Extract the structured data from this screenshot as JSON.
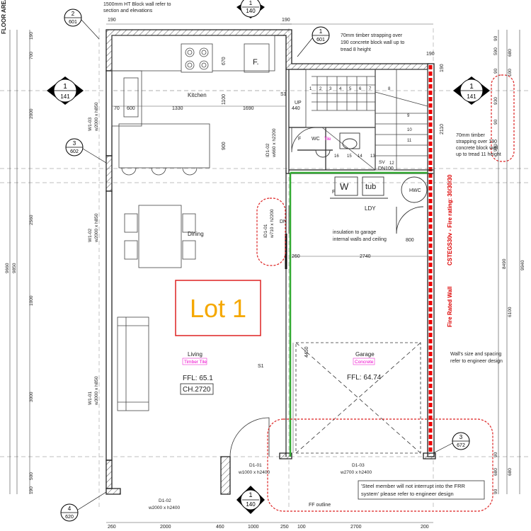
{
  "notes": {
    "block_wall": [
      "1500mm HT Block wall refer to",
      "section and elevations"
    ],
    "strapping_top": [
      "70mm timber strapping over",
      "190 concrete block wall up to",
      "tread 8 height"
    ],
    "strapping_right": [
      "70mm timber",
      "strapping over 190",
      "concrete block wall",
      "up to tread 11 height"
    ],
    "insulation": [
      "insulation to garage",
      "internal walls and ceiling"
    ],
    "wall_size": [
      "Wall's size and spacing",
      "refer to engineer design"
    ],
    "steel": [
      "'Steel member will not interrupt into the FRR",
      "system' please refer to engineer design"
    ],
    "ff_outline": "FF outline",
    "fire_rating": "CSTEGS30v - Fire rating: 30/30/30",
    "fire_wall": "Fire Rated Wall"
  },
  "refs": {
    "r2_601": {
      "top": "2",
      "bottom": "601"
    },
    "r1_140_top": {
      "top": "1",
      "bottom": "140"
    },
    "r1_601": {
      "top": "1",
      "bottom": "601"
    },
    "r1_141_left": {
      "top": "1",
      "bottom": "141"
    },
    "r1_141_right": {
      "top": "1",
      "bottom": "141"
    },
    "r3_602": {
      "top": "3",
      "bottom": "602"
    },
    "r3_672": {
      "top": "3",
      "bottom": "672"
    },
    "r1_140_bottom": {
      "top": "1",
      "bottom": "140"
    },
    "r4_620": {
      "top": "4",
      "bottom": "620"
    }
  },
  "rooms": {
    "kitchen": "Kitchen",
    "dining": "Dining",
    "living": "Living",
    "living_floor": "Timber Tile",
    "living_ffl": "FFL: 65.1",
    "living_ch": "CH.2720",
    "garage": "Garage",
    "garage_floor": "Concrete",
    "garage_ffl": "FFL: 64.74",
    "wc": "WC",
    "wc_floor": "Tile",
    "laundry": "LDY",
    "washer": "W",
    "tub": "tub",
    "hwc": "HWC",
    "fridge": "F.",
    "lot": "Lot 1",
    "s1_a": "S1",
    "s1_b": "S1",
    "dn_stair": "DN",
    "dn100": "DN100",
    "sv": "SV",
    "f_wc": "F",
    "f_ldy": "F",
    "uip": "UP"
  },
  "openings": {
    "id1_02": [
      "ID1-02",
      "w660 x h2200"
    ],
    "id1_01": [
      "ID1-01",
      "w710 x h2200"
    ],
    "w1_03": [
      "W1-03",
      "w2000 x h850"
    ],
    "w1_02": [
      "W1-02",
      "w2000 x h850"
    ],
    "w1_01": [
      "W1-01",
      "w3000 x h850"
    ],
    "d1_01": [
      "D1-01",
      "w1000 x h2400"
    ],
    "d1_02": [
      "D1-02",
      "w2000 x h2400"
    ],
    "d1_03": [
      "D1-03",
      "w2700 x h2400"
    ]
  },
  "dims": {
    "d190_tl": "190",
    "d190_tm": "190",
    "d190_tr": "190",
    "d670": "670",
    "d70": "70",
    "d600": "600",
    "d1330": "1330",
    "d1100": "1100",
    "d1690": "1690",
    "d440": "440",
    "d900": "900",
    "d2110": "2110",
    "d260": "260",
    "d2740": "2740",
    "d800": "800",
    "d4450": "4450",
    "d190_r": "190"
  },
  "left_dims": [
    "190",
    "700",
    "2000",
    "2560",
    "1000",
    "3000",
    "500",
    "190"
  ],
  "left_totals": [
    "9660",
    "9850"
  ],
  "right_dims_outer": [
    "90",
    "590",
    "90",
    "930",
    "90",
    "930",
    "90",
    "680",
    "90"
  ],
  "right_dims_inner": [
    "680",
    "100",
    "6100",
    "680"
  ],
  "right_totals": [
    "8490",
    "9940"
  ],
  "bottom_dims": [
    "260",
    "2000",
    "460",
    "1000",
    "250",
    "100",
    "2700",
    "200"
  ],
  "stair_numbers": [
    "1",
    "2",
    "3",
    "4",
    "5",
    "6",
    "7",
    "8",
    "9",
    "10",
    "11",
    "12",
    "13",
    "14",
    "15",
    "16"
  ],
  "legend": "FLOOR AREA"
}
